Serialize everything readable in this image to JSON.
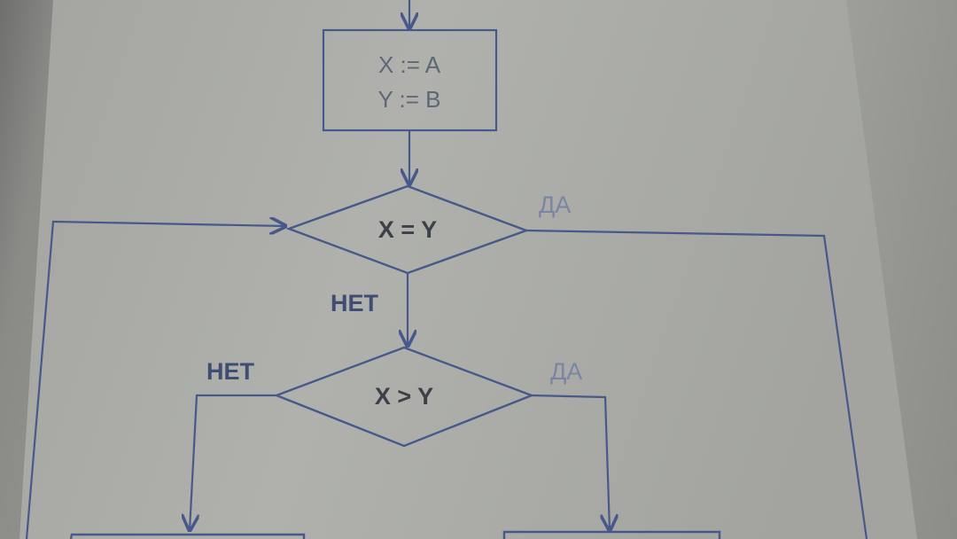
{
  "diagram": {
    "assign_box": {
      "line1": "X := A",
      "line2": "Y := B"
    },
    "cond1": {
      "text": "X = Y",
      "yes_label": "ДА",
      "no_label": "НЕТ"
    },
    "cond2": {
      "text": "X > Y",
      "yes_label": "ДА",
      "no_label": "НЕТ"
    },
    "colors": {
      "line": "#46598a",
      "text_dark": "#3c4048",
      "text_soft": "#5e6776",
      "label_dark": "#3f4c73",
      "label_faded": "#7a85a3"
    }
  }
}
